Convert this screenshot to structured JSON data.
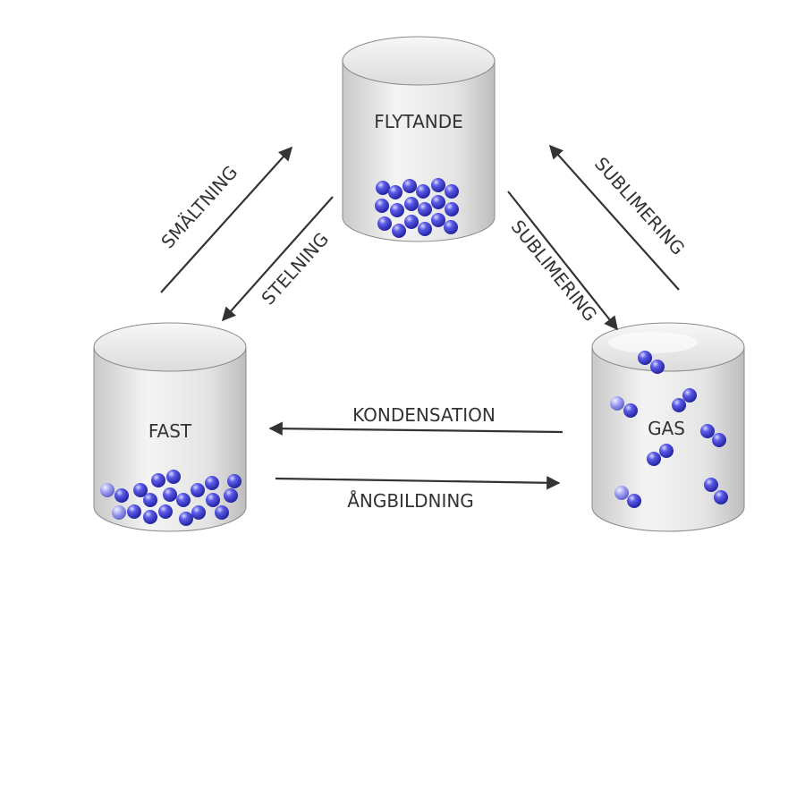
{
  "states": {
    "liquid": "FLYTANDE",
    "solid": "FAST",
    "gas": "GAS"
  },
  "transitions": {
    "melting": "SMÄLTNING",
    "freezing": "STELNING",
    "sublimation_down": "SUBLIMERING",
    "sublimation_up": "SUBLIMERING",
    "condensation": "KONDENSATION",
    "vaporization": "ÅNGBILDNING"
  },
  "colors": {
    "particle": "#3b3bd6",
    "arrow": "#333333",
    "cylinder_body": "#e2e2e2",
    "cylinder_edge": "#888888"
  }
}
